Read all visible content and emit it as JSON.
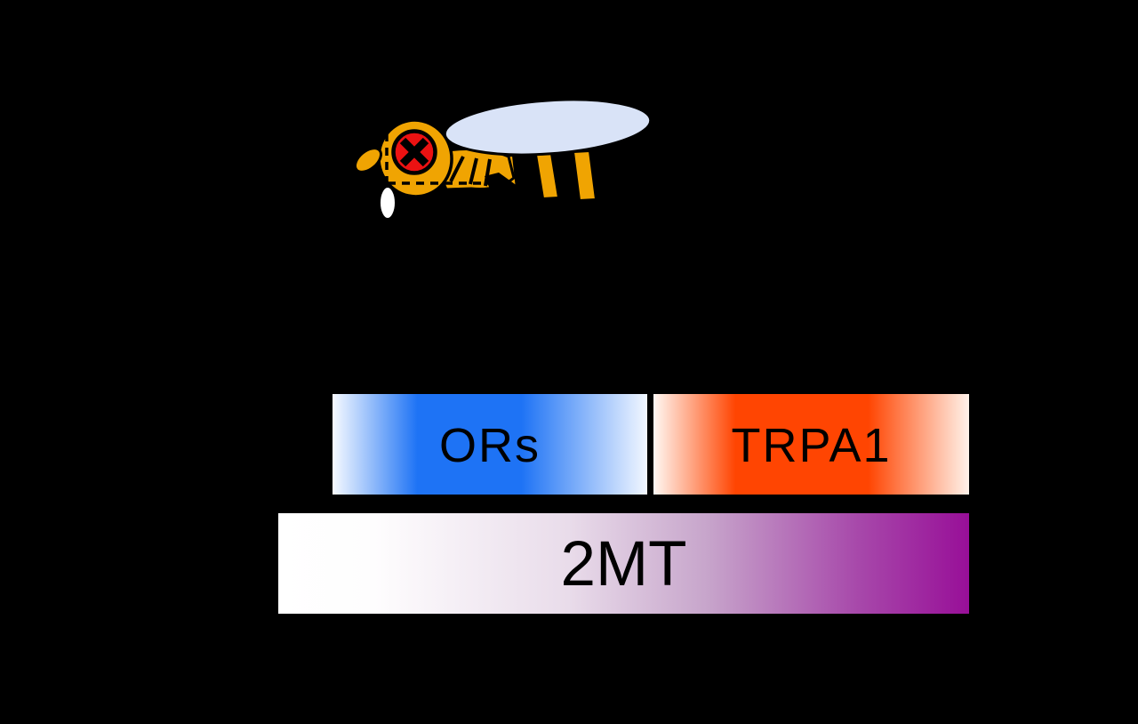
{
  "bars": {
    "ors": {
      "label": "ORs"
    },
    "trpa1": {
      "label": "TRPA1"
    },
    "mt": {
      "label": "2MT"
    }
  },
  "icons": {
    "fly": "fly-with-crossed-eye-icon",
    "eye_mark": "x-cross"
  },
  "colors": {
    "background": "#000000",
    "ors_blue": "#1E73F5",
    "trpa1_red": "#FF4502",
    "mt_purple": "#980F98",
    "label_text": "#000000",
    "fly_orange": "#F0A402",
    "wing_blue": "#D9E3F7",
    "eye_red": "#EC1212",
    "proboscis_white": "#FFFFFF",
    "outline_black": "#000000"
  }
}
